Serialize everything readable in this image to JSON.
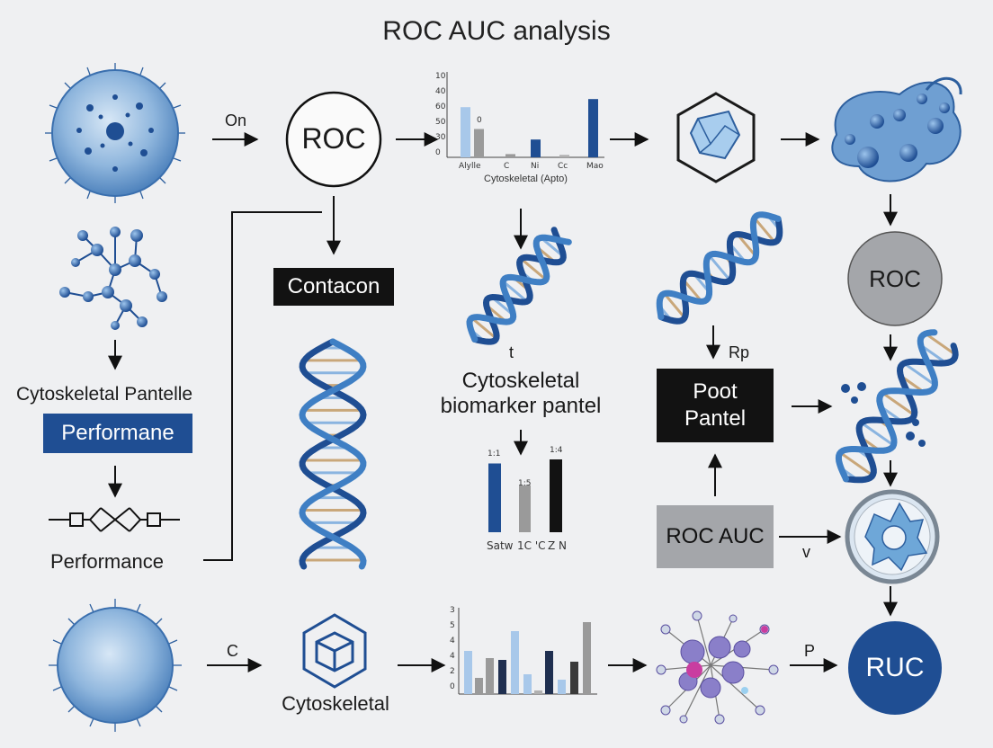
{
  "title": "ROC AUC analysis",
  "colors": {
    "blue_dark": "#1f4e93",
    "blue_mid": "#3f7fc4",
    "blue_light": "#a8c8ea",
    "gray": "#9a9a9a",
    "black": "#121212",
    "background": "#eff0f2"
  },
  "row1": {
    "arrow_label": "On",
    "roc_circle": "ROC",
    "chart_xlabel": "Cytoskeletal (Apto)"
  },
  "row2": {
    "contacon_box": "Contacon",
    "roc_gray_circle": "ROC",
    "dna_caption_t": "t",
    "biomarker_caption": "Cytoskeletal\nbiomarker pantel",
    "rp_label": "Rp",
    "poot_box": "Poot\nPantel"
  },
  "left_column": {
    "pantelle_label": "Cytoskeletal Pantelle",
    "performance_box": "Performane",
    "performance_label": "Performance"
  },
  "row3": {
    "roc_auc_box": "ROC AUC",
    "v_label": "v"
  },
  "row4": {
    "arrow_label_c": "C",
    "cytoskeletal_label": "Cytoskeletal",
    "arrow_label_p": "P",
    "ruc_circle": "RUC"
  },
  "chart_data": [
    {
      "type": "bar",
      "title": "",
      "xlabel": "Cytoskeletal (Apto)",
      "ylabel": "",
      "yticks": [
        "10",
        "40",
        "60",
        "50",
        "30",
        "0"
      ],
      "categories": [
        "Alylle",
        "C",
        "Ni",
        "Cc",
        "Mao"
      ],
      "series": [
        {
          "values": [
            62,
            35,
            4,
            22,
            3,
            72
          ],
          "colors": [
            "#a8c8ea",
            "#9a9a9a",
            "#9a9a9a",
            "#1f4e93",
            "#b0b0b0",
            "#1f4e93"
          ]
        }
      ],
      "annotations": [
        "0"
      ]
    },
    {
      "type": "bar",
      "title": "",
      "tick_labels_top": [
        "1:1",
        "1:5",
        "1:4"
      ],
      "categories": [
        "Satw",
        "1C 'C",
        "Z N"
      ],
      "series": [
        {
          "values": [
            85,
            58,
            90
          ],
          "colors": [
            "#1f4e93",
            "#9a9a9a",
            "#121212"
          ]
        }
      ]
    },
    {
      "type": "bar",
      "title": "",
      "yticks": [
        "3",
        "5",
        "4",
        "4",
        "2",
        "0"
      ],
      "series": [
        {
          "values": [
            48,
            18,
            40,
            38,
            70,
            22,
            4,
            48,
            16,
            36,
            80
          ],
          "colors": [
            "#a8c8ea",
            "#9a9a9a",
            "#9a9a9a",
            "#1f2f50",
            "#a8c8ea",
            "#a8c8ea",
            "#b0b0b0",
            "#1f2f50",
            "#a8c8ea",
            "#3a3a3a",
            "#9a9a9a"
          ]
        }
      ]
    }
  ]
}
